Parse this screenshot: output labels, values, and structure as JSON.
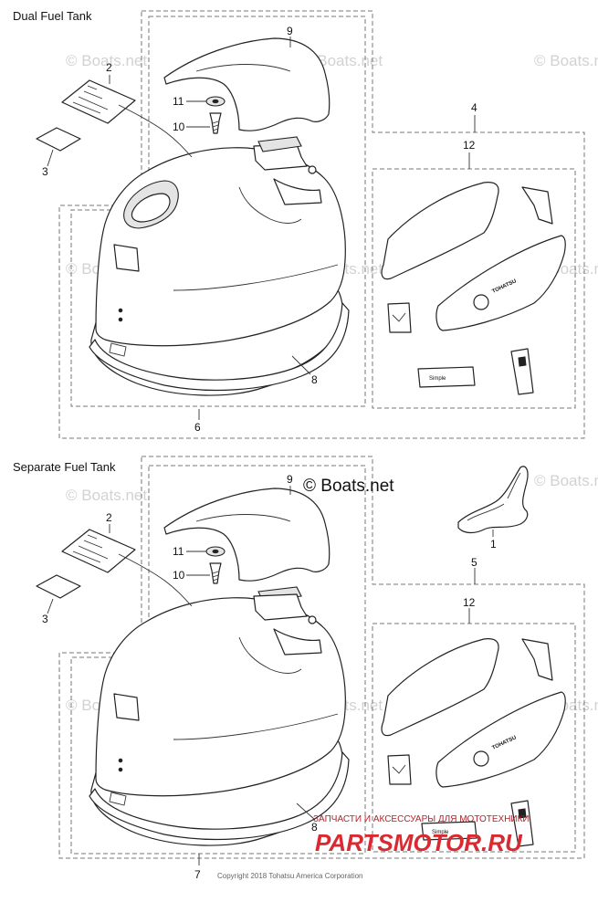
{
  "sections": [
    {
      "title": "Dual Fuel Tank",
      "callouts": {
        "c9": "9",
        "c2": "2",
        "c11": "11",
        "c10": "10",
        "c3": "3",
        "c4": "4",
        "c12": "12",
        "c8": "8",
        "c6": "6"
      }
    },
    {
      "title": "Separate Fuel Tank",
      "callouts": {
        "c9": "9",
        "c2": "2",
        "c11": "11",
        "c10": "10",
        "c3": "3",
        "c1": "1",
        "c5": "5",
        "c12": "12",
        "c8": "8",
        "c7": "7"
      }
    }
  ],
  "decal_text": {
    "brand": "TOHATSU",
    "simple": "Simple"
  },
  "watermarks": {
    "light": "© Boats.net",
    "strong": "© Boats.net"
  },
  "copyright": "Copyright 2018 Tohatsu America Corporation",
  "reseller": {
    "tagline": "ЗАПЧАСТИ И АКСЕССУАРЫ ДЛЯ МОТОТЕХНИКИ",
    "name": "PARTSMOTOR.RU"
  }
}
